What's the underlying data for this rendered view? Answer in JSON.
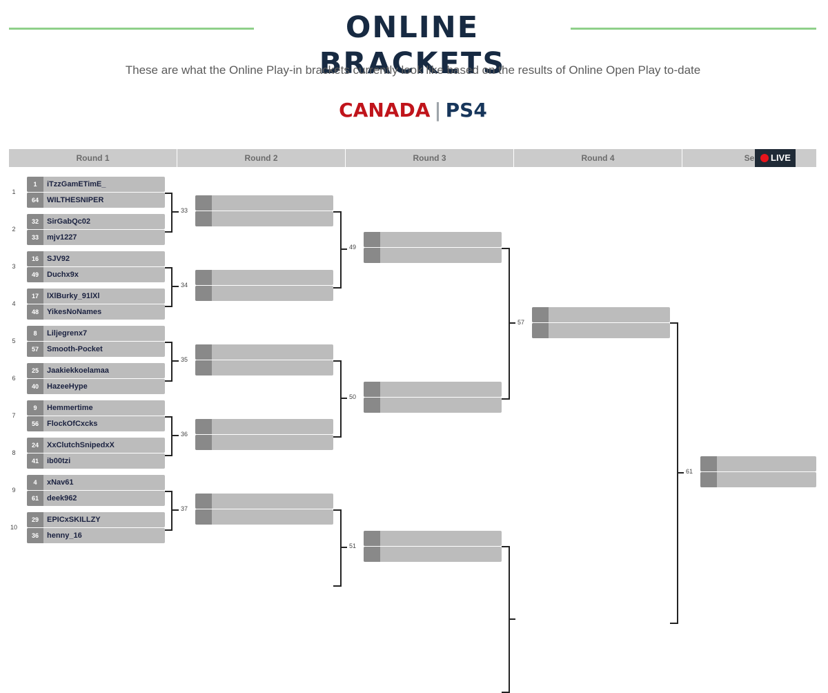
{
  "page": {
    "title": "ONLINE BRACKETS",
    "subtitle": "These are what the Online Play-in brackets currently look like based on the results of Online Open Play to-date",
    "region": {
      "country": "CANADA",
      "separator": "|",
      "platform": "PS4"
    }
  },
  "colors": {
    "title": "#172a42",
    "title_rule": "#8fd08a",
    "country": "#c0141b",
    "platform": "#17365b",
    "live_dot": "#e8141b",
    "live_bg": "#1f2a36"
  },
  "rounds": [
    "Round 1",
    "Round 2",
    "Round 3",
    "Round 4",
    "Se"
  ],
  "live_badge": {
    "label": "LIVE"
  },
  "round1_matches": [
    {
      "number": "1",
      "players": [
        {
          "seed": "1",
          "name": "iTzzGamETimE_"
        },
        {
          "seed": "64",
          "name": "WILTHESNIPER"
        }
      ]
    },
    {
      "number": "2",
      "players": [
        {
          "seed": "32",
          "name": "SirGabQc02"
        },
        {
          "seed": "33",
          "name": "mjv1227"
        }
      ]
    },
    {
      "number": "3",
      "players": [
        {
          "seed": "16",
          "name": "SJV92"
        },
        {
          "seed": "49",
          "name": "Duchx9x"
        }
      ]
    },
    {
      "number": "4",
      "players": [
        {
          "seed": "17",
          "name": "lXlBurky_91lXl"
        },
        {
          "seed": "48",
          "name": "YikesNoNames"
        }
      ]
    },
    {
      "number": "5",
      "players": [
        {
          "seed": "8",
          "name": "Liljegrenx7"
        },
        {
          "seed": "57",
          "name": "Smooth-Pocket"
        }
      ]
    },
    {
      "number": "6",
      "players": [
        {
          "seed": "25",
          "name": "Jaakiekkoelamaa"
        },
        {
          "seed": "40",
          "name": "HazeeHype"
        }
      ]
    },
    {
      "number": "7",
      "players": [
        {
          "seed": "9",
          "name": "Hemmertime"
        },
        {
          "seed": "56",
          "name": "FlockOfCxcks"
        }
      ]
    },
    {
      "number": "8",
      "players": [
        {
          "seed": "24",
          "name": "XxClutchSnipedxX"
        },
        {
          "seed": "41",
          "name": "ib00tzi"
        }
      ]
    },
    {
      "number": "9",
      "players": [
        {
          "seed": "4",
          "name": "xNav61"
        },
        {
          "seed": "61",
          "name": "deek962"
        }
      ]
    },
    {
      "number": "10",
      "players": [
        {
          "seed": "29",
          "name": "EPICxSKILLZY"
        },
        {
          "seed": "36",
          "name": "henny_16"
        }
      ]
    }
  ],
  "round2_matches": [
    "33",
    "34",
    "35",
    "36",
    "37"
  ],
  "round3_matches": [
    "49",
    "50",
    "51"
  ],
  "round4_matches": [
    "57"
  ],
  "round5_matches": [
    "61"
  ]
}
